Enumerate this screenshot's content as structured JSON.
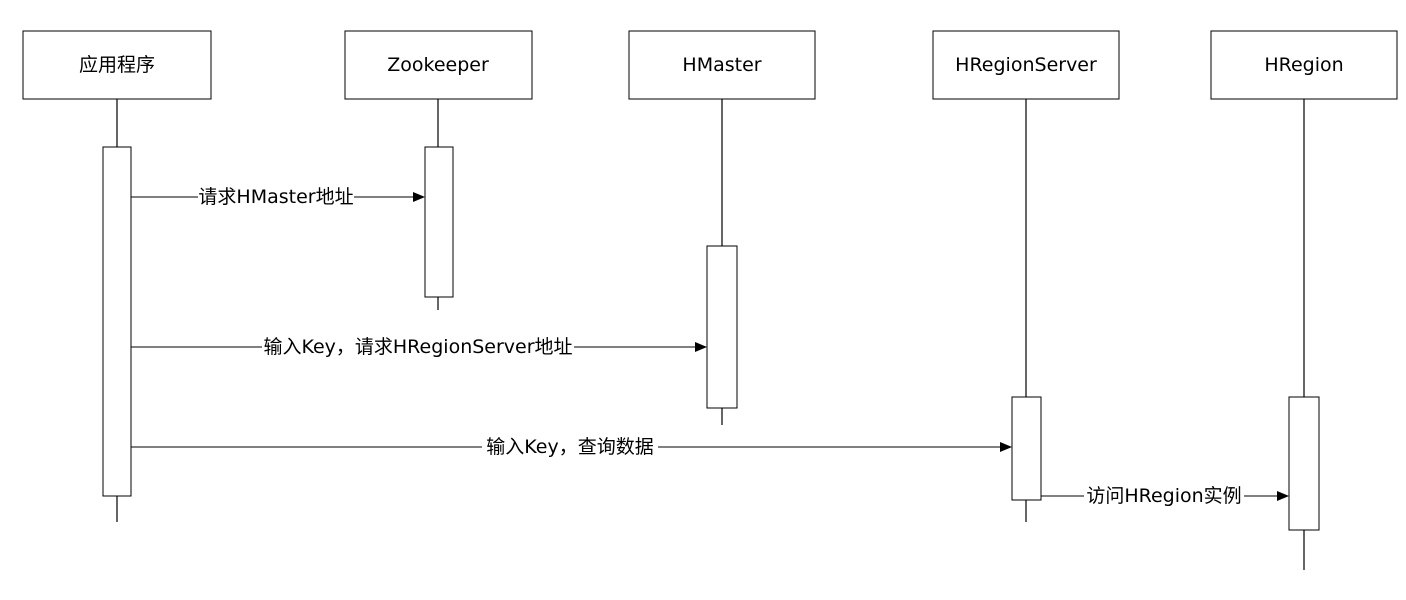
{
  "participants": [
    {
      "id": "app",
      "label": "应用程序"
    },
    {
      "id": "zk",
      "label": "Zookeeper"
    },
    {
      "id": "hmaster",
      "label": "HMaster"
    },
    {
      "id": "hrs",
      "label": "HRegionServer"
    },
    {
      "id": "hregion",
      "label": "HRegion"
    }
  ],
  "messages": [
    {
      "from": "app",
      "to": "zk",
      "label": "请求HMaster地址"
    },
    {
      "from": "app",
      "to": "hmaster",
      "label": "输入Key，请求HRegionServer地址"
    },
    {
      "from": "app",
      "to": "hrs",
      "label": "输入Key，查询数据"
    },
    {
      "from": "hrs",
      "to": "hregion",
      "label": "访问HRegion实例"
    }
  ]
}
